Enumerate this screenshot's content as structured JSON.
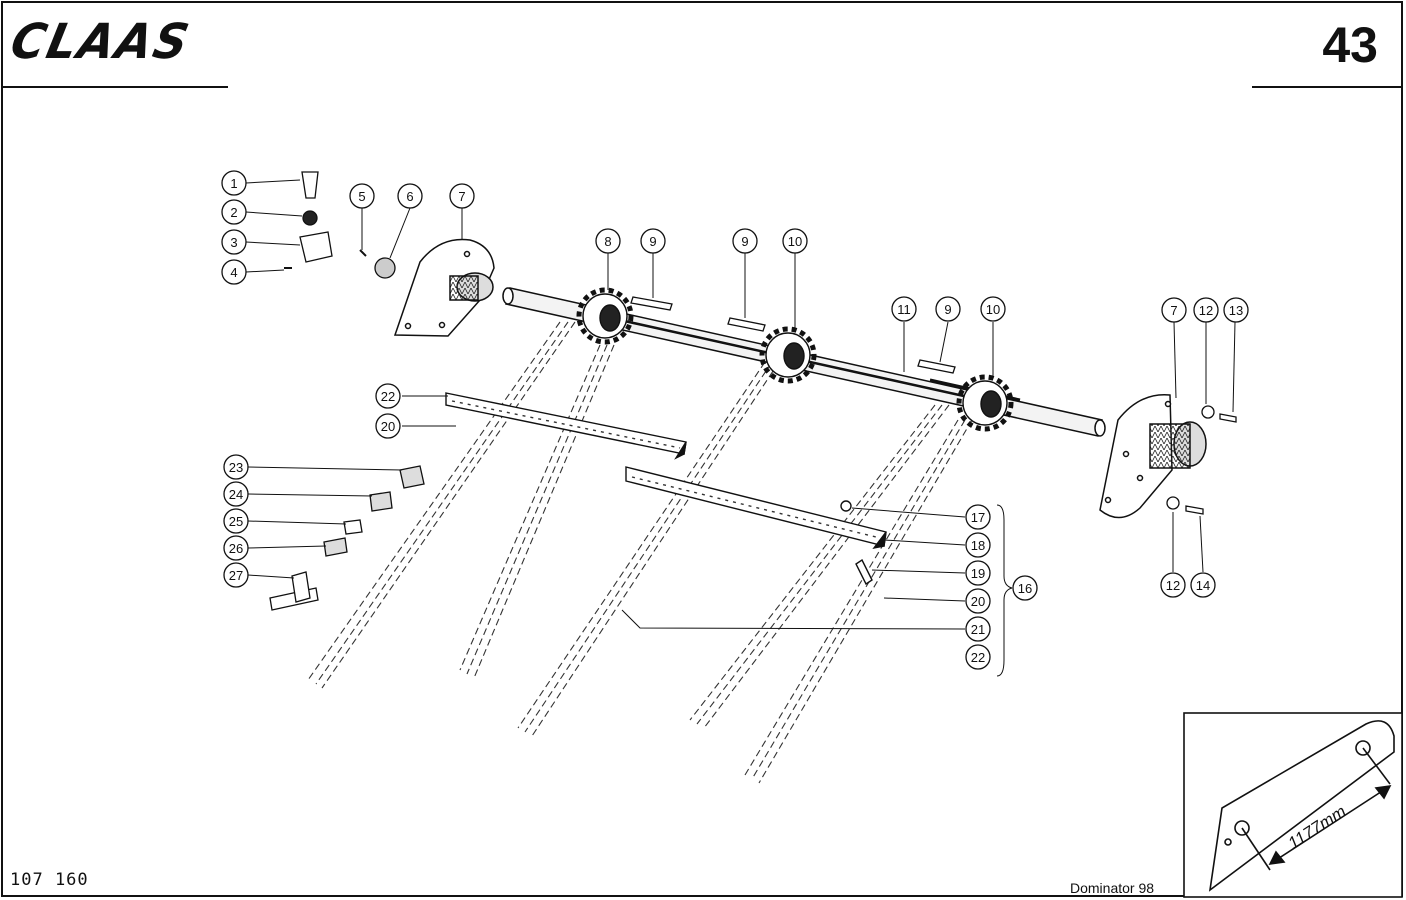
{
  "header": {
    "brand": "CLAAS",
    "page_number": "43"
  },
  "footer": {
    "catalog_number": "107 160",
    "model": "Dominator 98"
  },
  "inset": {
    "dimension_label": "1177mm"
  },
  "callouts": [
    {
      "id": "c1",
      "label": "1"
    },
    {
      "id": "c2",
      "label": "2"
    },
    {
      "id": "c3",
      "label": "3"
    },
    {
      "id": "c4",
      "label": "4"
    },
    {
      "id": "c5",
      "label": "5"
    },
    {
      "id": "c6",
      "label": "6"
    },
    {
      "id": "c7a",
      "label": "7"
    },
    {
      "id": "c8",
      "label": "8"
    },
    {
      "id": "c9a",
      "label": "9"
    },
    {
      "id": "c9b",
      "label": "9"
    },
    {
      "id": "c10a",
      "label": "10"
    },
    {
      "id": "c11",
      "label": "11"
    },
    {
      "id": "c9c",
      "label": "9"
    },
    {
      "id": "c10b",
      "label": "10"
    },
    {
      "id": "c7b",
      "label": "7"
    },
    {
      "id": "c12a",
      "label": "12"
    },
    {
      "id": "c13",
      "label": "13"
    },
    {
      "id": "c22a",
      "label": "22"
    },
    {
      "id": "c20a",
      "label": "20"
    },
    {
      "id": "c23",
      "label": "23"
    },
    {
      "id": "c24",
      "label": "24"
    },
    {
      "id": "c25",
      "label": "25"
    },
    {
      "id": "c26",
      "label": "26"
    },
    {
      "id": "c27",
      "label": "27"
    },
    {
      "id": "c17",
      "label": "17"
    },
    {
      "id": "c18",
      "label": "18"
    },
    {
      "id": "c19",
      "label": "19"
    },
    {
      "id": "c20b",
      "label": "20"
    },
    {
      "id": "c21",
      "label": "21"
    },
    {
      "id": "c22b",
      "label": "22"
    },
    {
      "id": "c16",
      "label": "16"
    },
    {
      "id": "c12b",
      "label": "12"
    },
    {
      "id": "c14",
      "label": "14"
    }
  ]
}
